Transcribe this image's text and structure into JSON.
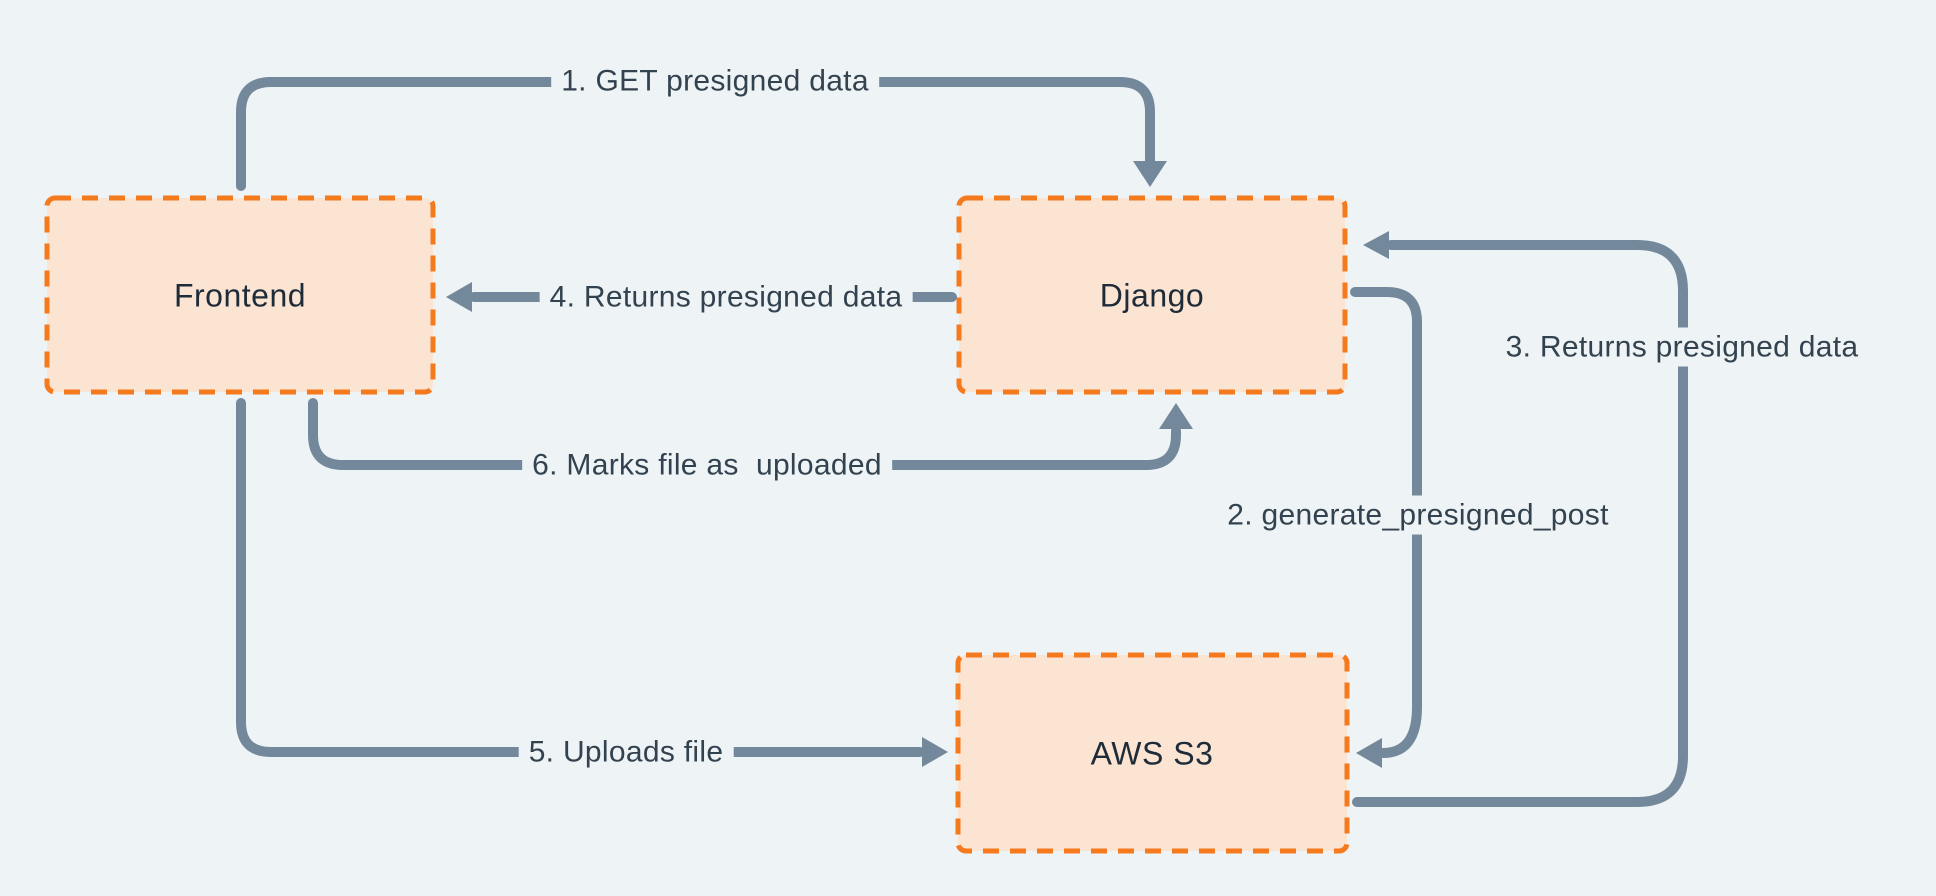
{
  "diagram_type": "flow-diagram",
  "colors": {
    "bg": "#EEF3F6",
    "arrow": "#74889B",
    "box_border": "#F5791D",
    "box_fill": "#FCE4D3",
    "label_text": "#33424F",
    "node_text": "#1E2B38"
  },
  "nodes": [
    {
      "id": "frontend",
      "label": "Frontend"
    },
    {
      "id": "django",
      "label": "Django"
    },
    {
      "id": "aws_s3",
      "label": "AWS S3"
    }
  ],
  "edges": [
    {
      "step": 1,
      "label": "1. GET presigned data",
      "from": "Frontend",
      "to": "Django"
    },
    {
      "step": 2,
      "label": "2. generate_presigned_post",
      "from": "Django",
      "to": "AWS S3"
    },
    {
      "step": 3,
      "label": "3. Returns presigned data",
      "from": "AWS S3",
      "to": "Django"
    },
    {
      "step": 4,
      "label": "4. Returns presigned data",
      "from": "Django",
      "to": "Frontend"
    },
    {
      "step": 5,
      "label": "5. Uploads file",
      "from": "Frontend",
      "to": "AWS S3"
    },
    {
      "step": 6,
      "label": "6. Marks file as  uploaded",
      "from": "Frontend",
      "to": "Django"
    }
  ]
}
